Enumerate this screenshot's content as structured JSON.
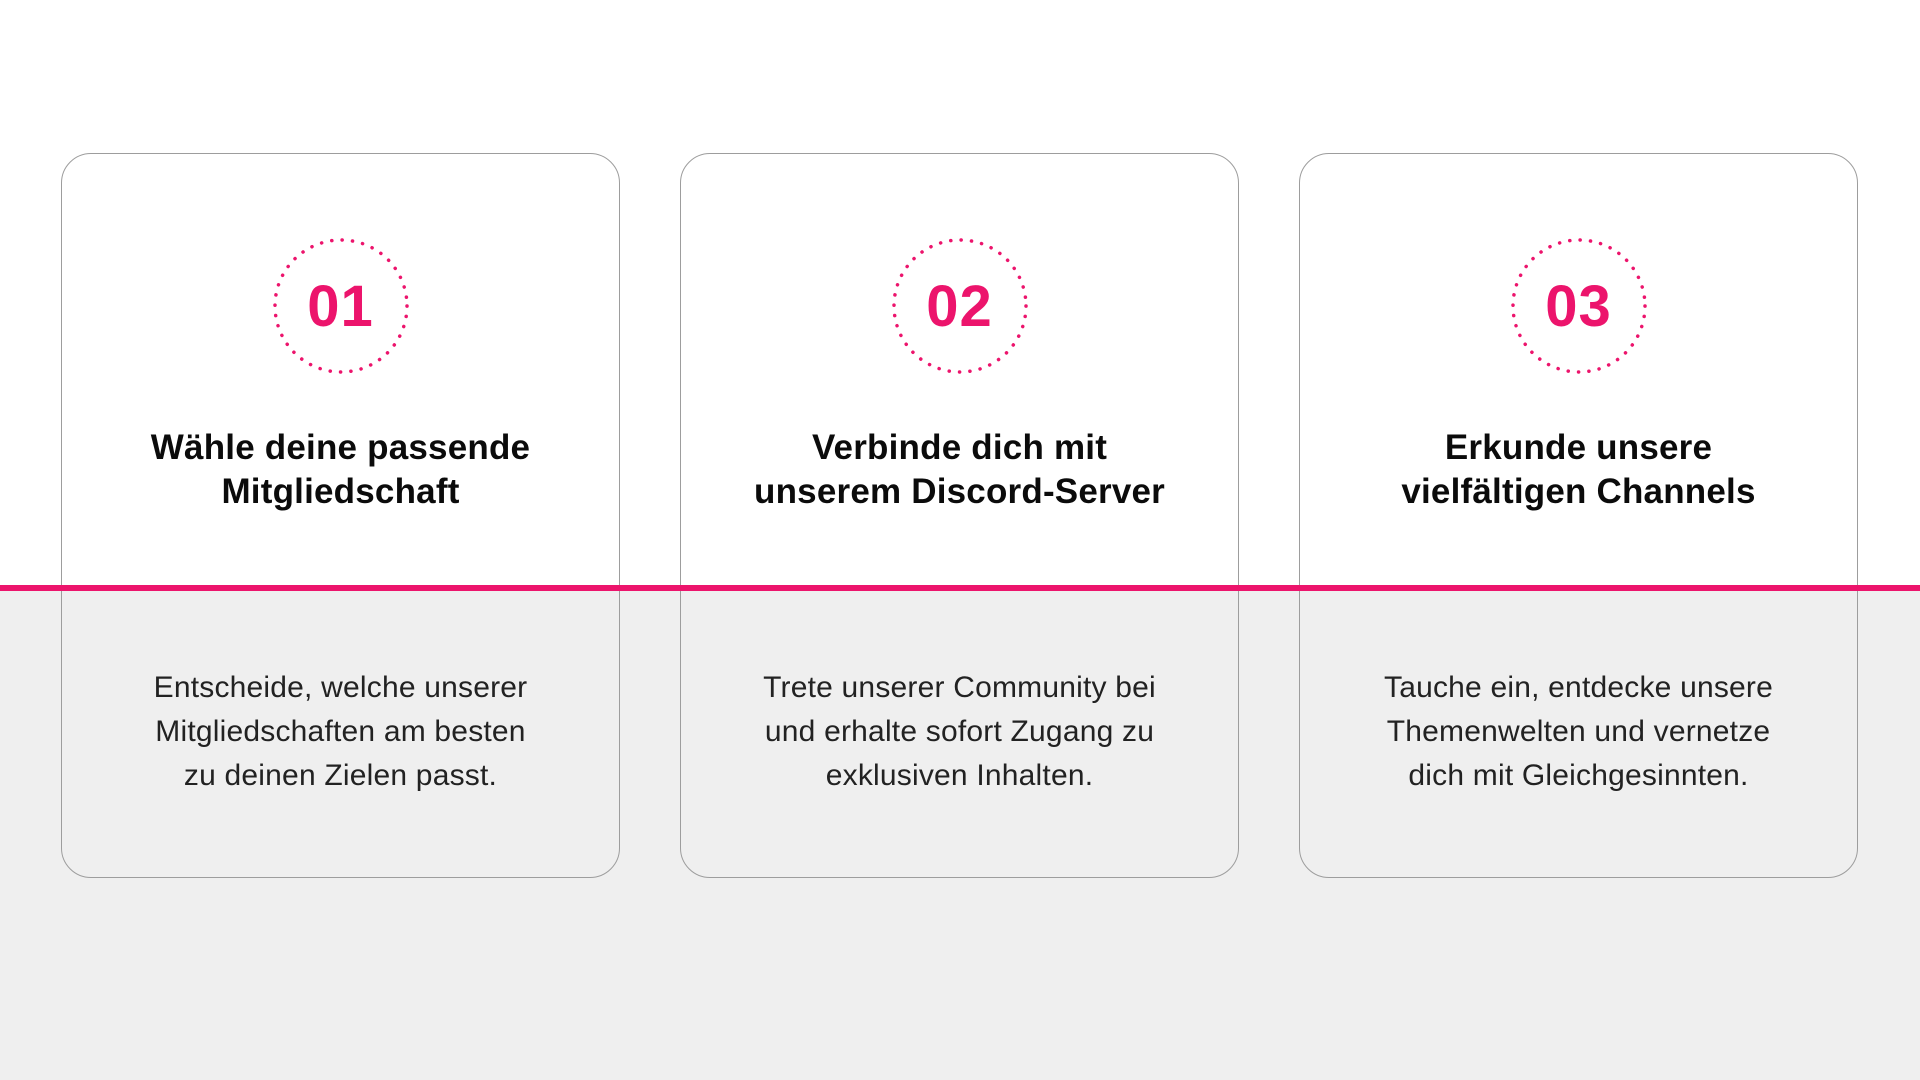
{
  "theme": {
    "accent_pink": "#ec146c",
    "background_top": "#ffffff",
    "background_bottom": "#efefef",
    "card_border_color": "#9d9d9d"
  },
  "steps": [
    {
      "number": "01",
      "title": "Wähle deine passende Mitgliedschaft",
      "title_lines": [
        "Wähle deine passende",
        "Mitgliedschaft"
      ],
      "description": "Entscheide, welche unserer Mitgliedschaften am besten zu deinen Zielen passt.",
      "desc_lines": [
        "Entscheide, welche unserer",
        "Mitgliedschaften am besten",
        "zu deinen Zielen passt."
      ]
    },
    {
      "number": "02",
      "title": "Verbinde dich mit unserem Discord-Server",
      "title_lines": [
        "Verbinde dich mit",
        "unserem Discord-Server"
      ],
      "description": "Trete unserer Community bei und erhalte sofort Zugang zu exklusiven Inhalten.",
      "desc_lines": [
        "Trete unserer Community bei",
        "und erhalte sofort Zugang zu",
        "exklusiven Inhalten."
      ]
    },
    {
      "number": "03",
      "title": "Erkunde unsere vielfältigen Channels",
      "title_lines": [
        "Erkunde unsere",
        "vielfältigen Channels"
      ],
      "description": "Tauche ein, entdecke unsere Themenwelten und vernetze dich mit Gleichgesinnten.",
      "desc_lines": [
        "Tauche ein, entdecke unsere",
        "Themenwelten und vernetze",
        "dich mit Gleichgesinnten."
      ]
    }
  ]
}
